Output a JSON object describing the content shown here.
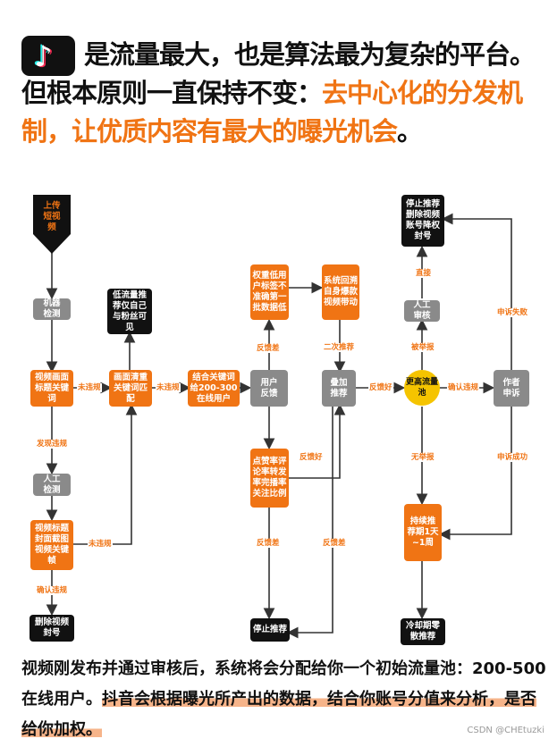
{
  "headline": {
    "part1": "是流量最大，也是算法最为复杂的平台。但根本原则一直保持不变：",
    "part2": "去中心化的分发机制，让优质内容有最大的曝光机会",
    "part3": "。"
  },
  "logo_icon": "tiktok-note-icon",
  "flow": {
    "nodes": {
      "upload": "上传短视频",
      "machine_check": "机器检测",
      "video_screen": "视频画面标题关键词",
      "manual_check": "人工检测",
      "video_frames": "视频标题封面截图视频关键帧",
      "delete": "删除视频封号",
      "low_flow": "低流量推荐仅自己与粉丝可见",
      "screen_keyword": "画面清重关键词匹配",
      "combine_keyword": "结合关键词给200-300在线用户",
      "user_feedback": "用户反馈",
      "low_weight": "权重低用户标签不准确第一批数据低",
      "system_backflow": "系统回溯自身爆款视频带动",
      "stack_recommend": "叠加推荐",
      "metrics": "点赞率评论率转发率完播率关注比例",
      "stop_recommend": "停止推荐",
      "bigger_pool": "更高流量池",
      "manual_review": "人工审核",
      "stop_delete": "停止推荐删除视频账号降权封号",
      "author_appeal": "作者申诉",
      "continuous": "持续推荐期1天~1周",
      "cooldown": "冷却期零散推荐"
    },
    "edges": {
      "found_violation": "发现违规",
      "confirm_violation": "确认违规",
      "not_violation_1": "未违规",
      "not_violation_2": "未违规",
      "not_violation_3": "未违规",
      "feedback_bad_1": "反馈差",
      "feedback_bad_2": "反馈差",
      "feedback_bad_3": "反馈差",
      "feedback_good_1": "反馈好",
      "feedback_good_2": "反馈好",
      "second_recommend": "二次推荐",
      "reported": "被举报",
      "direct": "直接",
      "confirm_violation_2": "确认违规",
      "appeal_fail": "申诉失败",
      "appeal_success": "申诉成功",
      "no_report": "无举报"
    }
  },
  "footer": {
    "line1": "视频刚发布并通过审核后，系统将会分配给你一个初始流量池：200-500 在线用户。",
    "line2": "抖音会根据曝光所产出的数据，结合你账号分值来分析，是否给你加权。"
  },
  "watermark": "CSDN @CHEtuzki",
  "colors": {
    "accent": "#f07414",
    "gray": "#8a8a8a",
    "black": "#111111",
    "yellow": "#f5c400"
  }
}
